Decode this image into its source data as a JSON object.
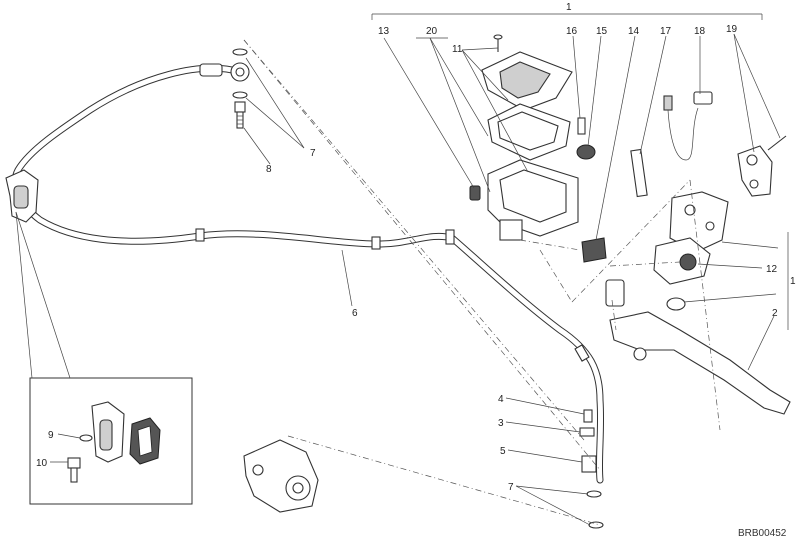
{
  "diagram": {
    "reference_code": "BRB00452",
    "callouts": [
      "1",
      "1",
      "2",
      "3",
      "4",
      "5",
      "6",
      "7",
      "7",
      "8",
      "9",
      "10",
      "11",
      "12",
      "13",
      "14",
      "15",
      "16",
      "17",
      "18",
      "19",
      "20"
    ]
  }
}
